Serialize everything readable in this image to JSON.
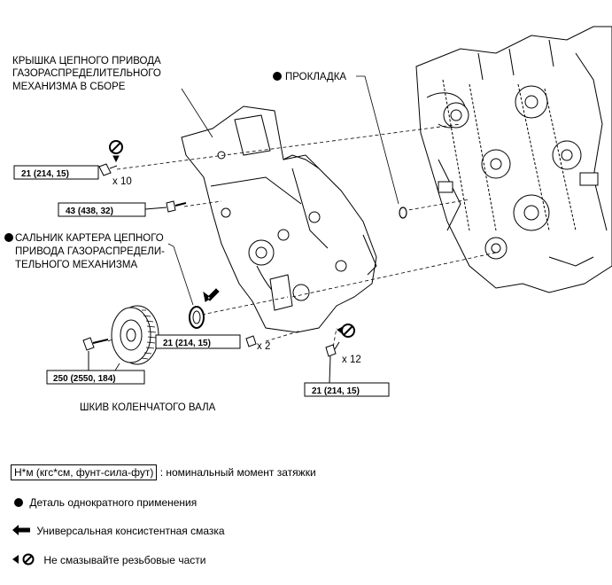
{
  "labels": {
    "timing_cover": [
      "КРЫШКА ЦЕПНОГО ПРИВОДА",
      "ГАЗОРАСПРЕДЕЛИТЕЛЬНОГО",
      "МЕХАНИЗМА В СБОРЕ"
    ],
    "gasket": "ПРОКЛАДКА",
    "oil_seal": [
      "САЛЬНИК КАРТЕРА ЦЕПНОГО",
      "ПРИВОДА ГАЗОРАСПРЕДЕЛИ-",
      "ТЕЛЬНОГО МЕХАНИЗМА"
    ],
    "pulley": "ШКИВ КОЛЕНЧАТОГО ВАЛА"
  },
  "torque_boxes": {
    "t1": "21 (214, 15)",
    "t2": "43 (438, 32)",
    "t3": "21 (214, 15)",
    "t4": "250 (2550, 184)",
    "t5": "21 (214, 15)"
  },
  "quantities": {
    "q1": "x 10",
    "q2": "x 2",
    "q3": "x 12"
  },
  "legend": {
    "torque_unit": "Н*м (кгс*см, фунт-сила-фут)",
    "torque_desc": ": номинальный момент затяжки",
    "non_reusable": "Деталь однократного применения",
    "grease": "Универсальная консистентная смазка",
    "no_lube": "Не смазывайте резьбовые части"
  },
  "icons": {
    "non_reusable": "filled-dot-icon",
    "grease": "left-arrow-icon",
    "no_lube": "no-lube-icon"
  }
}
